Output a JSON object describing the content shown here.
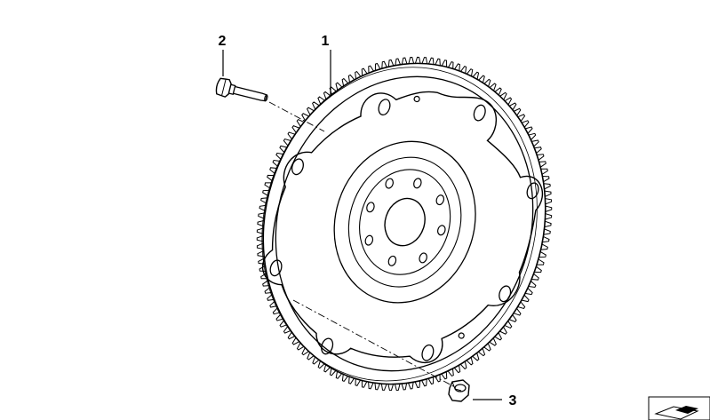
{
  "diagram": {
    "callouts": [
      {
        "id": "1",
        "label": "1"
      },
      {
        "id": "2",
        "label": "2"
      },
      {
        "id": "3",
        "label": "3"
      }
    ],
    "icon": "parts-catalog-corner-icon",
    "colors": {
      "line": "#000000",
      "background": "#ffffff"
    }
  }
}
